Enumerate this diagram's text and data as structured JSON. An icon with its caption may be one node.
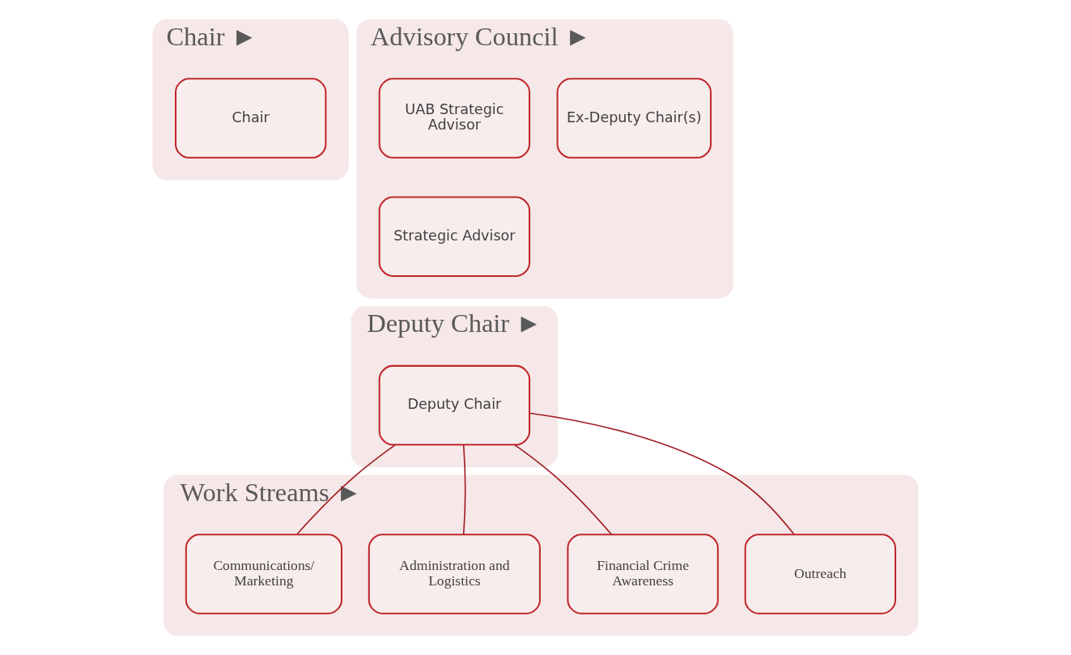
{
  "diagram": {
    "nodes": [
      {
        "text": [
          "Chair ►"
        ]
      },
      {
        "text": [
          "Chair"
        ],
        "in": 0
      },
      {
        "text": [
          "Advisory Council ►"
        ]
      },
      {
        "text": [
          "Ex-Deputy Chair(s)"
        ],
        "in": 2
      },
      {
        "text": [
          "Strategic Advisor"
        ],
        "in": 2
      },
      {
        "text": [
          "UAB Strategic Advisor"
        ],
        "in": 2
      },
      {
        "text": [
          "Deputy Chair ►"
        ]
      },
      {
        "text": [
          "Deputy Chair"
        ],
        "in": 6
      },
      {
        "text": [
          "Work Streams ►"
        ]
      },
      {
        "text": [
          "Outreach"
        ],
        "in": 8
      },
      {
        "text": [
          "Financial Crime Awareness"
        ],
        "in": 8
      },
      {
        "text": [
          "Administration and Logistics"
        ],
        "in": 8
      },
      {
        "text": [
          "Communications/ Marketing"
        ],
        "in": 8
      }
    ],
    "edges": [
      {
        "from": 7,
        "to": 9,
        "arrow": "none"
      },
      {
        "from": 7,
        "to": 10,
        "arrow": "none"
      },
      {
        "from": 7,
        "to": 11,
        "arrow": "none"
      },
      {
        "from": 7,
        "to": 12,
        "arrow": "none"
      }
    ]
  }
}
